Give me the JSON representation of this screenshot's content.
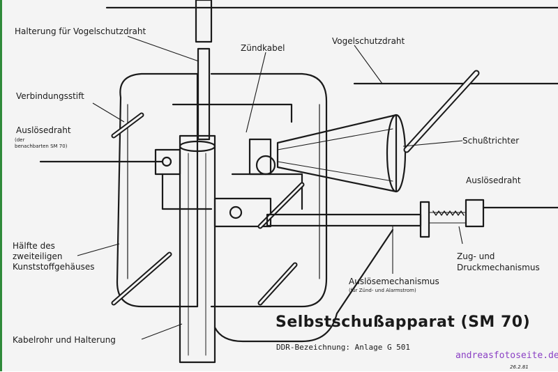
{
  "labels": {
    "halterung_vogel": "Halterung für Vogelschutzdraht",
    "zuendkabel": "Zündkabel",
    "vogelschutzdraht": "Vogelschutzdraht",
    "verbindungsstift": "Verbindungsstift",
    "ausloesedraht_left": "Auslösedraht",
    "der_benachbarten_line1": "(der",
    "der_benachbarten_line2": "benachbarten  SM 70)",
    "schusstrichter": "Schußtrichter",
    "ausloesedraht_right": "Auslösedraht",
    "haelfte_line1": "Hälfte des",
    "haelfte_line2": "zweiteiligen",
    "haelfte_line3": "Kunststoffgehäuses",
    "zug_line1": "Zug-  und",
    "zug_line2": "Druckmechanismus",
    "ausloesemech": "Auslösemechanismus",
    "ausloesemech_sub": "(für Zünd- und Alarmstrom)",
    "kabelrohr": "Kabelrohr und Halterung"
  },
  "title": "Selbstschußapparat (SM 70)",
  "subtitle": "DDR-Bezeichnung: Anlage G 501",
  "date_mark": "26.2.81",
  "watermark": "andreasfotoseite.de"
}
